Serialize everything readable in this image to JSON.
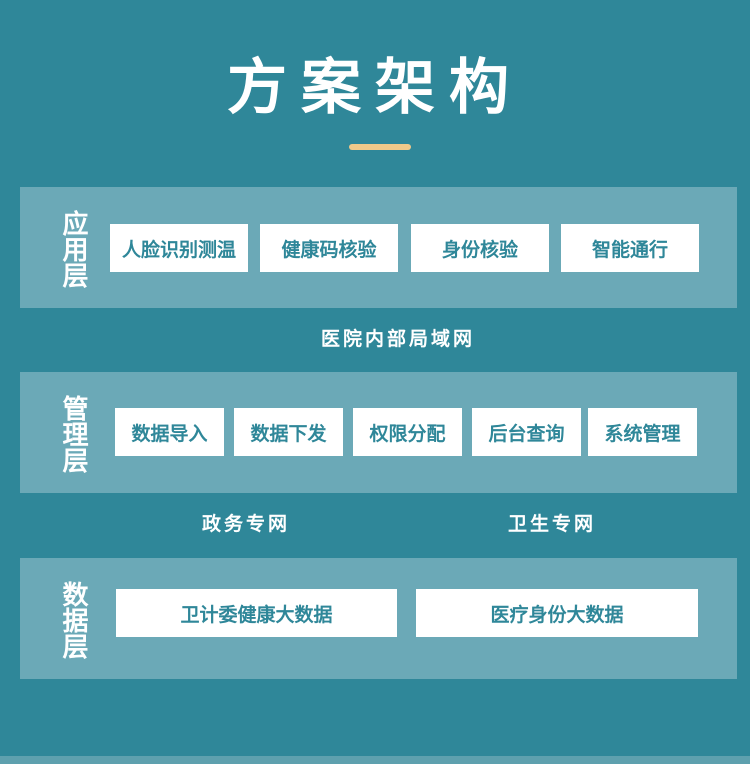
{
  "title": "方案架构",
  "layers": {
    "application": {
      "label": "应用层",
      "items": [
        "人脸识别测温",
        "健康码核验",
        "身份核验",
        "智能通行"
      ]
    },
    "management": {
      "label": "管理层",
      "items": [
        "数据导入",
        "数据下发",
        "权限分配",
        "后台查询",
        "系统管理"
      ]
    },
    "data": {
      "label": "数据层",
      "items": [
        "卫计委健康大数据",
        "医疗身份大数据"
      ]
    }
  },
  "networks": {
    "hospital_lan": "医院内部局域网",
    "government": "政务专网",
    "health": "卫生专网"
  },
  "colors": {
    "background": "#2f8799",
    "layer_panel": "#6ba9b7",
    "box_text": "#2f8799",
    "accent": "#f0c98a"
  }
}
